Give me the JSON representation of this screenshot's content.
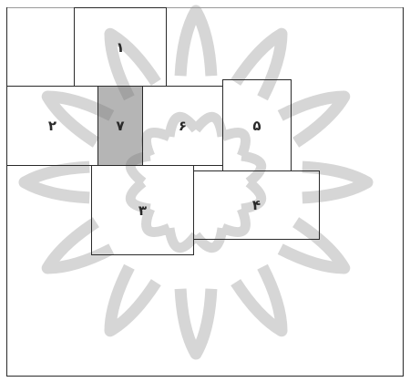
{
  "diagram": {
    "rooms": [
      {
        "id": "room-1",
        "label": "١",
        "shaded": false
      },
      {
        "id": "room-2",
        "label": "٢",
        "shaded": false
      },
      {
        "id": "room-7",
        "label": "٧",
        "shaded": true
      },
      {
        "id": "room-6",
        "label": "۶",
        "shaded": false
      },
      {
        "id": "room-5",
        "label": "۵",
        "shaded": false
      },
      {
        "id": "room-3",
        "label": "٣",
        "shaded": false
      },
      {
        "id": "room-4",
        "label": "۴",
        "shaded": false
      }
    ],
    "colors": {
      "line": "#2a2a2a",
      "shade": "#8c8c8c",
      "watermark": "#cfcfcf",
      "background": "#ffffff"
    },
    "watermark_icon": "star-rosette-ornament"
  }
}
